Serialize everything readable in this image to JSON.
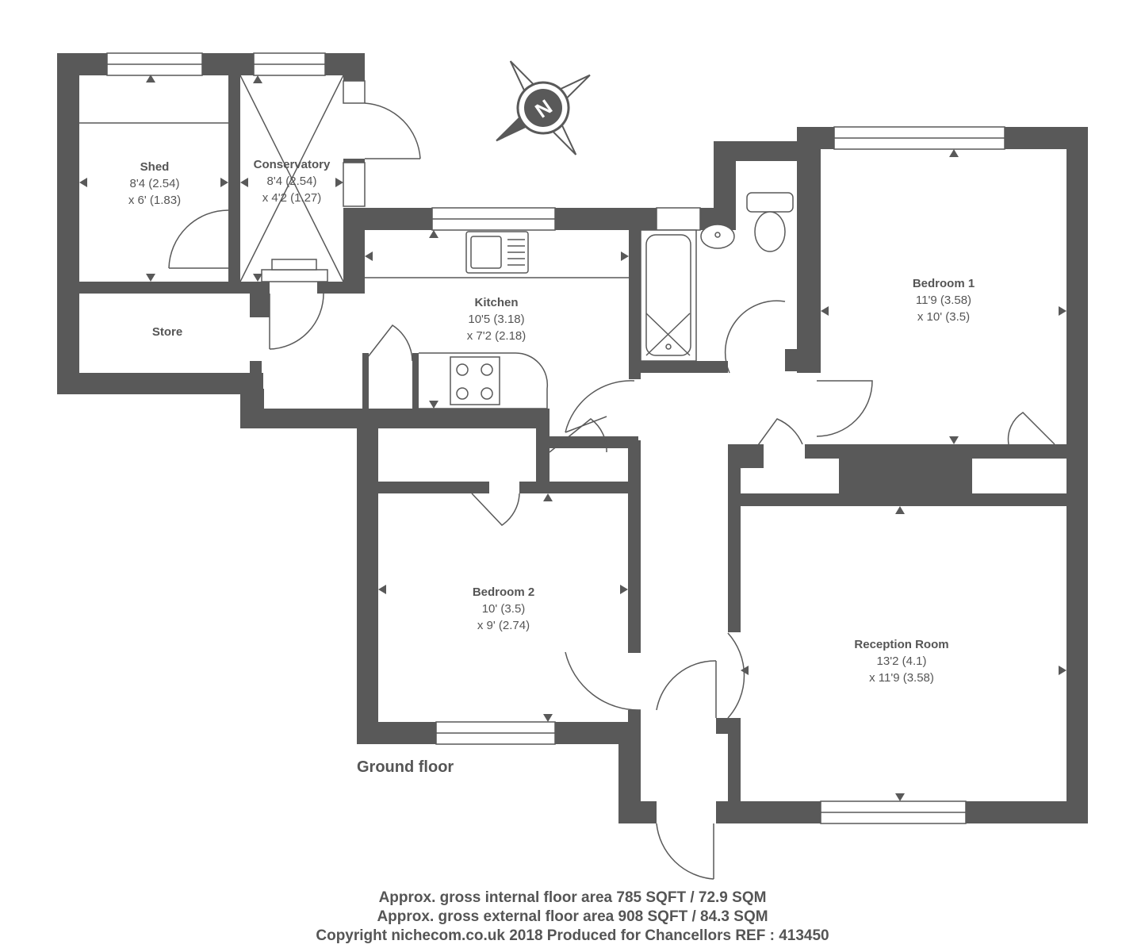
{
  "rooms": [
    {
      "name": "Shed",
      "dim1": "8'4 (2.54)",
      "dim2": "x 6' (1.83)"
    },
    {
      "name": "Conservatory",
      "dim1": "8'4 (2.54)",
      "dim2": "x 4'2 (1.27)"
    },
    {
      "name": "Store"
    },
    {
      "name": "Kitchen",
      "dim1": "10'5 (3.18)",
      "dim2": "x 7'2 (2.18)"
    },
    {
      "name": "Bedroom 1",
      "dim1": "11'9 (3.58)",
      "dim2": "x 10' (3.5)"
    },
    {
      "name": "Bedroom 2",
      "dim1": "10' (3.5)",
      "dim2": "x 9' (2.74)"
    },
    {
      "name": "Reception Room",
      "dim1": "13'2 (4.1)",
      "dim2": "x 11'9 (3.58)"
    }
  ],
  "floor_label": "Ground floor",
  "compass_letter": "N",
  "footer": {
    "internal_area": "Approx. gross internal floor area 785 SQFT / 72.9 SQM",
    "external_area": "Approx. gross external floor area 908 SQFT / 84.3 SQM",
    "copyright": "Copyright nichecom.co.uk 2018 Produced for Chancellors REF : 413450"
  },
  "colors": {
    "wall": "#595959",
    "text": "#555555",
    "background": "#ffffff"
  }
}
